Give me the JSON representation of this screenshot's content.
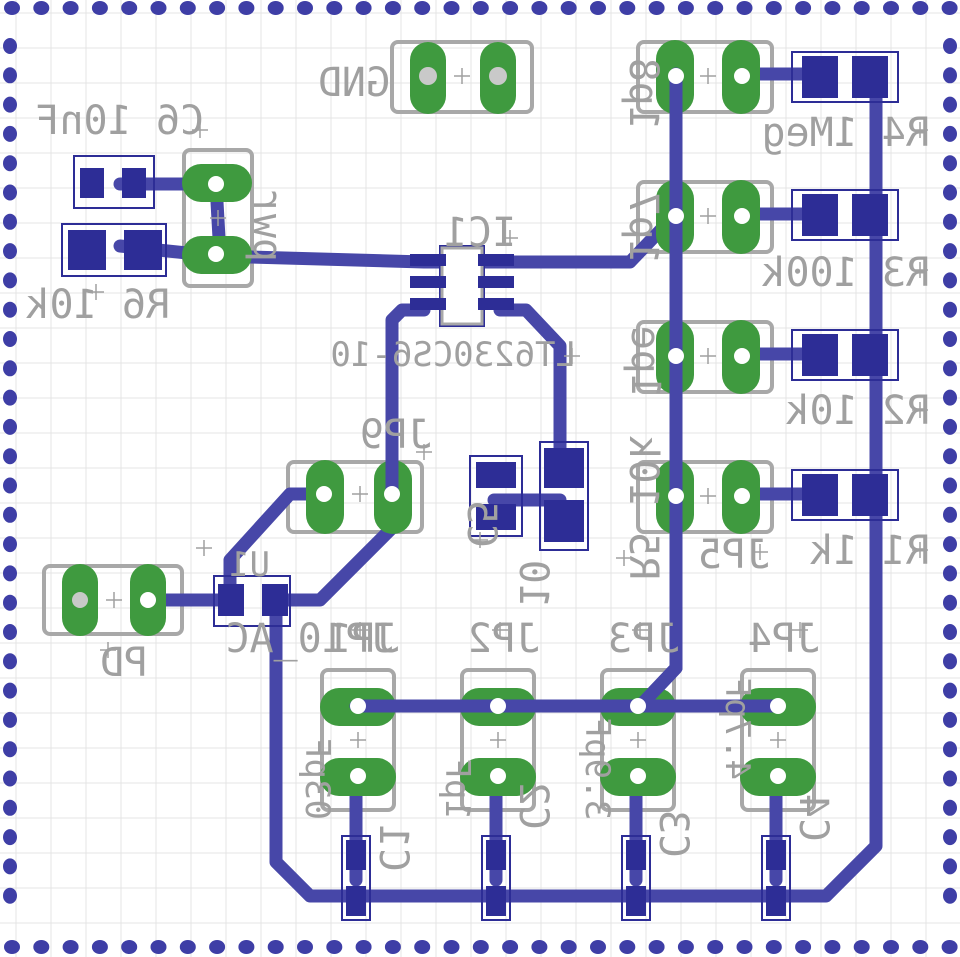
{
  "labels": {
    "gnd": "GND",
    "c6": "C6 10nF",
    "pwr": "pwr",
    "r6": "R6 10k",
    "ic1": "IC1",
    "ic1_part": "LT6230CS6-10",
    "jp9": "JP9",
    "c5": "C5",
    "r5": "R5 10k",
    "c5_val": "10",
    "r5_alt": "1pe",
    "pd": "PD",
    "jp10": "JP10_AC",
    "u1": "U1",
    "jp_1p8": "1p8",
    "jp_1p7": "1p7",
    "r4": "R4 1Meg",
    "r3": "R3 100k",
    "r2": "R2 10k",
    "r1": "R1 1k",
    "jp5": "JP5",
    "jp1": "JP1",
    "jp2": "JP2",
    "jp3": "JP3",
    "jp4": "JP4",
    "c1": "C1",
    "c2": "C2",
    "c3": "C3",
    "c4": "C4",
    "c1_val": "03pF",
    "c2_val": "1pF",
    "c3_val": "3.9pF",
    "c4_val": "4.7pF"
  },
  "colors": {
    "trace": "#4747a8",
    "pad": "#3f9a3f",
    "smd": "#2d2d96",
    "silkscreen": "#a0a0a0",
    "board_edge": "#3e3ea6"
  }
}
